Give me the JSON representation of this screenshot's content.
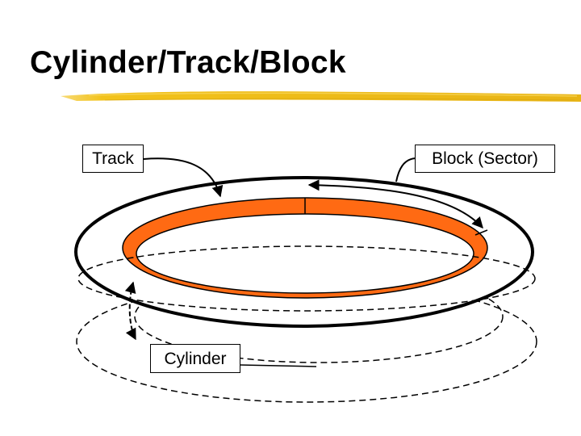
{
  "slide": {
    "title": "Cylinder/Track/Block"
  },
  "labels": {
    "track": "Track",
    "block": "Block (Sector)",
    "cylinder": "Cylinder"
  },
  "colors": {
    "track_ring": "#ff6a13",
    "title_underline": "#f2c21b",
    "outline": "#000000",
    "background": "#ffffff"
  }
}
